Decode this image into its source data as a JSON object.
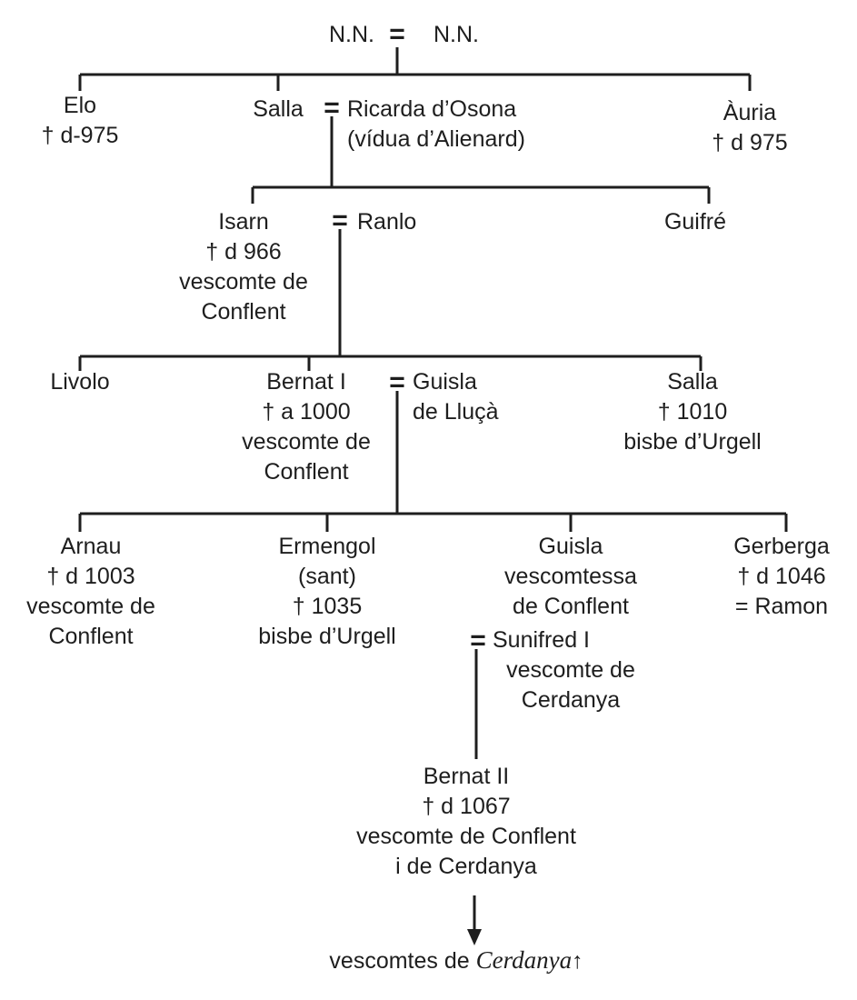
{
  "root": {
    "left": "N.N.",
    "marriage": "=",
    "right": "N.N."
  },
  "gen1": {
    "elo": {
      "lines": [
        "Elo",
        "† d-975"
      ]
    },
    "salla": {
      "name": "Salla",
      "marriage": "=",
      "spouse_lines": [
        "Ricarda d’Osona",
        "(vídua d’Alienard)"
      ]
    },
    "auria": {
      "lines": [
        "Àuria",
        "† d 975"
      ]
    }
  },
  "gen2": {
    "isarn": {
      "lines": [
        "Isarn",
        "† d 966",
        "vescomte de",
        "Conflent"
      ],
      "marriage": "=",
      "spouse": "Ranlo"
    },
    "guifre": {
      "lines": [
        "Guifré"
      ]
    }
  },
  "gen3": {
    "livolo": {
      "lines": [
        "Livolo"
      ]
    },
    "bernat1": {
      "lines": [
        "Bernat I",
        "† a 1000",
        "vescomte de",
        "Conflent"
      ],
      "marriage": "=",
      "spouse_lines": [
        "Guisla",
        "de Lluçà"
      ]
    },
    "salla2": {
      "lines": [
        "Salla",
        "† 1010",
        "bisbe d’Urgell"
      ]
    }
  },
  "gen4": {
    "arnau": {
      "lines": [
        "Arnau",
        "† d 1003",
        "vescomte de",
        "Conflent"
      ]
    },
    "ermengol": {
      "lines": [
        "Ermengol",
        "(sant)",
        "† 1035",
        "bisbe d’Urgell"
      ]
    },
    "guisla": {
      "lines": [
        "Guisla",
        "vescomtessa",
        "de Conflent"
      ],
      "marriage": "=",
      "spouse_lines": [
        "Sunifred I",
        "vescomte de",
        "Cerdanya"
      ]
    },
    "gerberga": {
      "lines": [
        "Gerberga",
        "† d 1046",
        "= Ramon"
      ]
    }
  },
  "gen5": {
    "bernat2": {
      "lines": [
        "Bernat II",
        "† d 1067",
        "vescomte de Conflent",
        "i de Cerdanya"
      ]
    }
  },
  "footer": {
    "prefix": "vescomtes de ",
    "italic": "Cerdanya",
    "arrow": "↑"
  }
}
